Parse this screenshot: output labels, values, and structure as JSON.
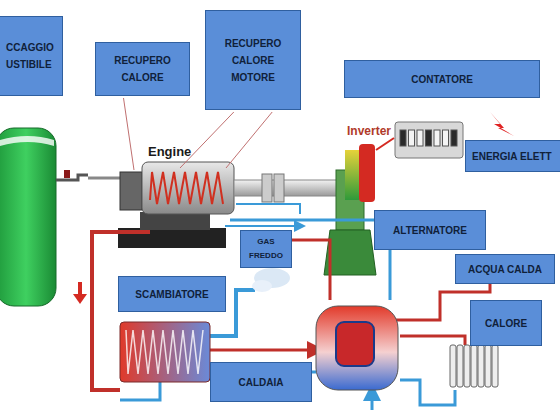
{
  "diagram": {
    "nodes": [
      {
        "text": [
          "CCAGGIO USTIBILE"
        ]
      },
      {
        "text": [
          "RECUPERO CALORE"
        ]
      },
      {
        "text": [
          "RECUPERO CALORE MOTORE"
        ]
      },
      {
        "text": [
          "CONTATORE"
        ]
      },
      {
        "text": [
          "ENERGIA ELETT"
        ]
      },
      {
        "text": [
          "ALTERNATORE"
        ]
      },
      {
        "text": [
          "GAS FREDDO"
        ]
      },
      {
        "text": [
          "ACQUA CALDA"
        ]
      },
      {
        "text": [
          "SCAMBIATORE"
        ]
      },
      {
        "text": [
          "CALORE"
        ]
      },
      {
        "text": [
          "CALDAIA"
        ]
      }
    ],
    "labels": [
      "Engine",
      "Inverter"
    ]
  }
}
